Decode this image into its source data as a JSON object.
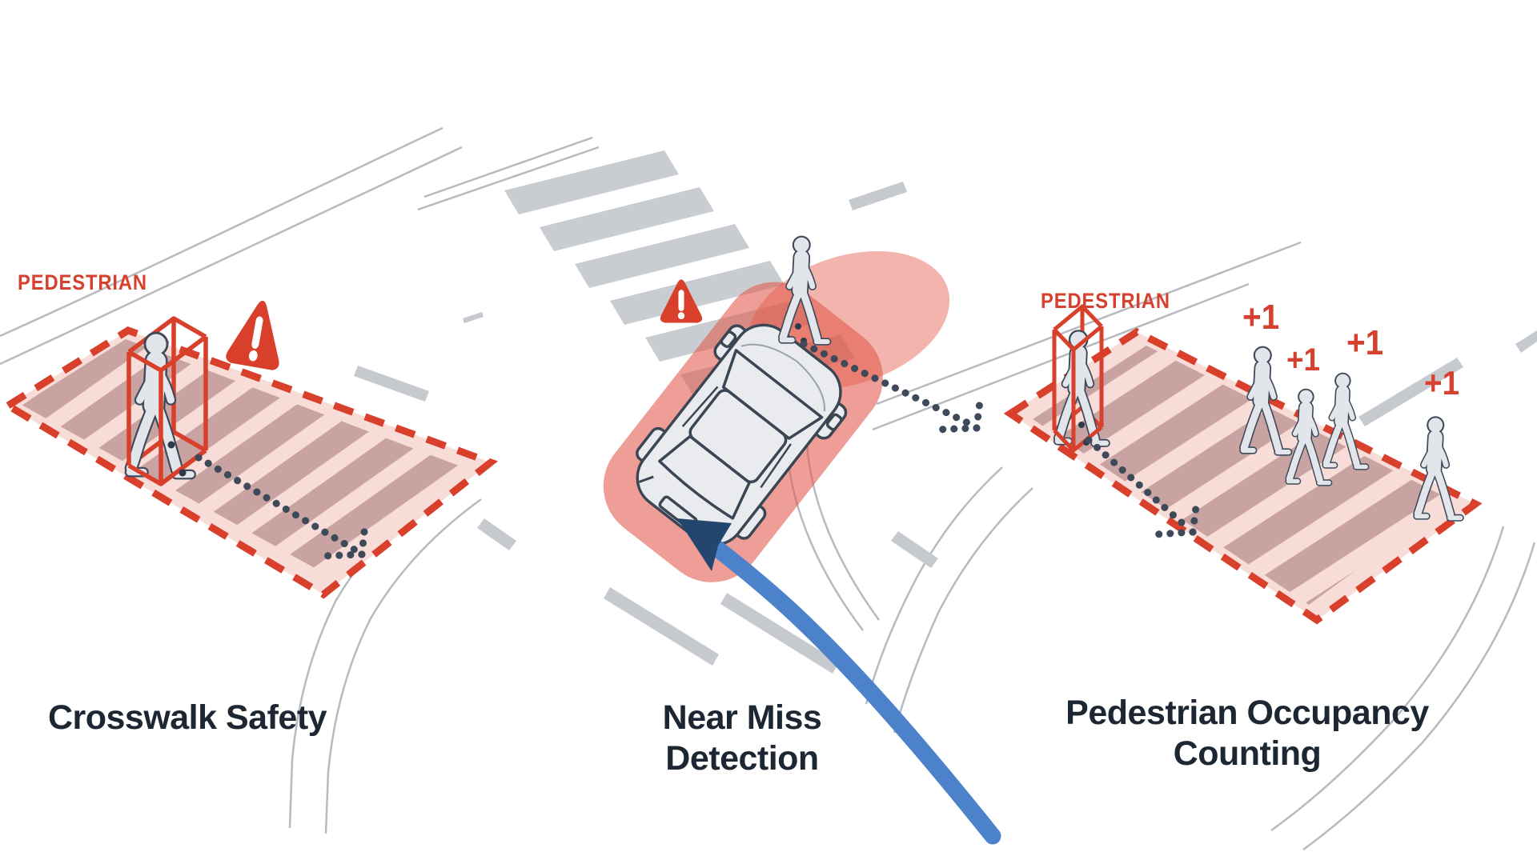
{
  "panels": [
    {
      "id": "crosswalk-safety",
      "caption": "Crosswalk Safety",
      "pedestrian_label": "PEDESTRIAN"
    },
    {
      "id": "near-miss-detection",
      "caption": "Near Miss Detection"
    },
    {
      "id": "pedestrian-occupancy-counting",
      "caption": "Pedestrian Occupancy Counting",
      "pedestrian_label": "PEDESTRIAN",
      "count_labels": [
        "+1",
        "+1",
        "+1",
        "+1"
      ]
    }
  ],
  "colors": {
    "accent_red": "#d6402e",
    "zone_fill_pink": "#f8dcd7",
    "stripe_mauve": "#c9a3a2",
    "road_gray": "#c6cacf",
    "figure_gray": "#e2e5e9",
    "outline_slate": "#3e4a59",
    "danger_fill": "#e2584a",
    "path_blue": "#4c82c9",
    "arrowhead_navy": "#24466e",
    "caption_dark": "#1d2733"
  }
}
